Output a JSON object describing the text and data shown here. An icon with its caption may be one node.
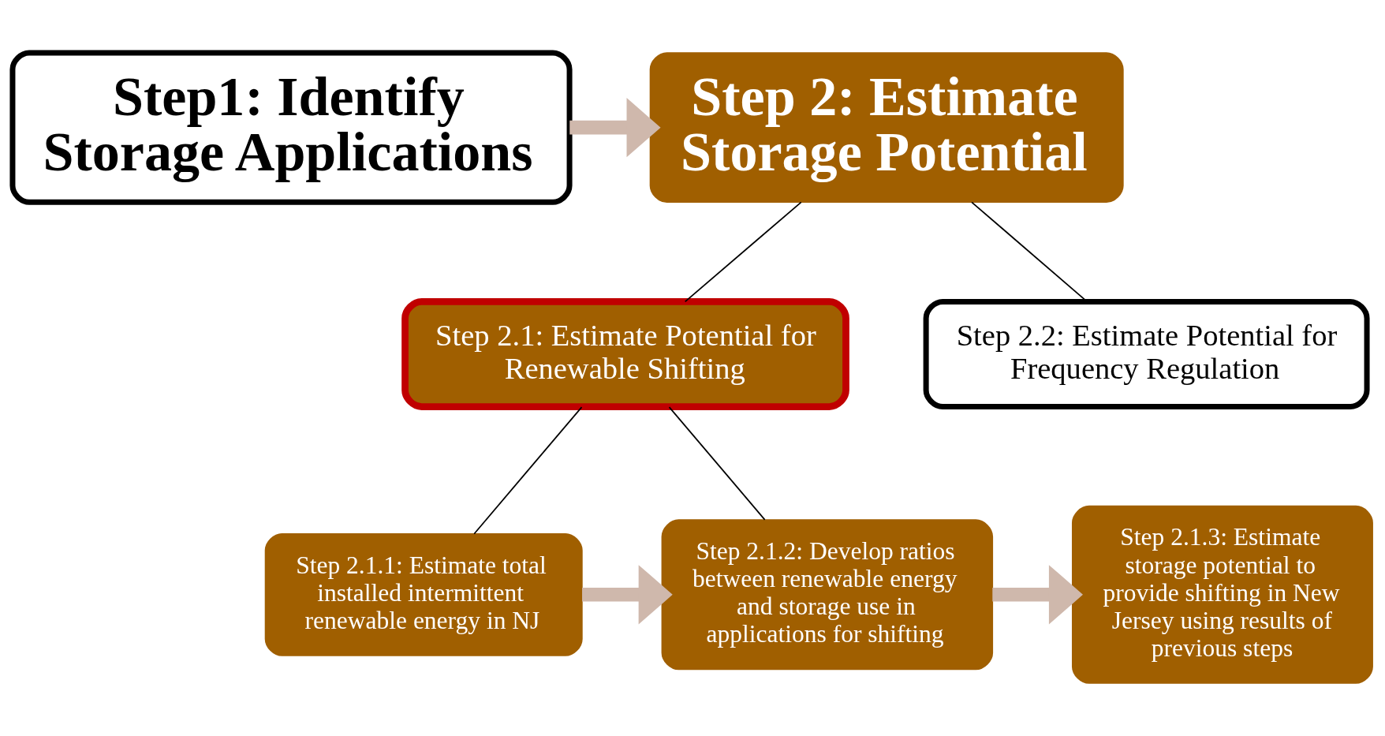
{
  "diagram": {
    "nodes": [
      {
        "text": [
          "Step1: Identify Storage Applications"
        ]
      },
      {
        "text": [
          "Step 2: Estimate Storage Potential"
        ]
      },
      {
        "text": [
          "Step 2.1: Estimate Potential for Renewable Shifting"
        ]
      },
      {
        "text": [
          "Step 2.2: Estimate Potential for Frequency Regulation"
        ]
      },
      {
        "text": [
          "Step 2.1.1: Estimate total installed intermittent renewable energy in NJ"
        ]
      },
      {
        "text": [
          "Step 2.1.2: Develop ratios between renewable energy and storage use in applications for shifting"
        ]
      },
      {
        "text": [
          "Step 2.1.3: Estimate storage potential to provide shifting in New Jersey using results of previous steps"
        ]
      }
    ],
    "edges": [
      {
        "from": 0,
        "to": 1,
        "arrow": "to",
        "style": "thick",
        "color": "#cfb8ac"
      },
      {
        "from": 1,
        "to": 2,
        "arrow": "none"
      },
      {
        "from": 1,
        "to": 3,
        "arrow": "none"
      },
      {
        "from": 2,
        "to": 4,
        "arrow": "none"
      },
      {
        "from": 2,
        "to": 5,
        "arrow": "none"
      },
      {
        "from": 4,
        "to": 5,
        "arrow": "to",
        "style": "thick",
        "color": "#cfb8ac"
      },
      {
        "from": 5,
        "to": 6,
        "arrow": "to",
        "style": "thick",
        "color": "#cfb8ac"
      }
    ]
  }
}
